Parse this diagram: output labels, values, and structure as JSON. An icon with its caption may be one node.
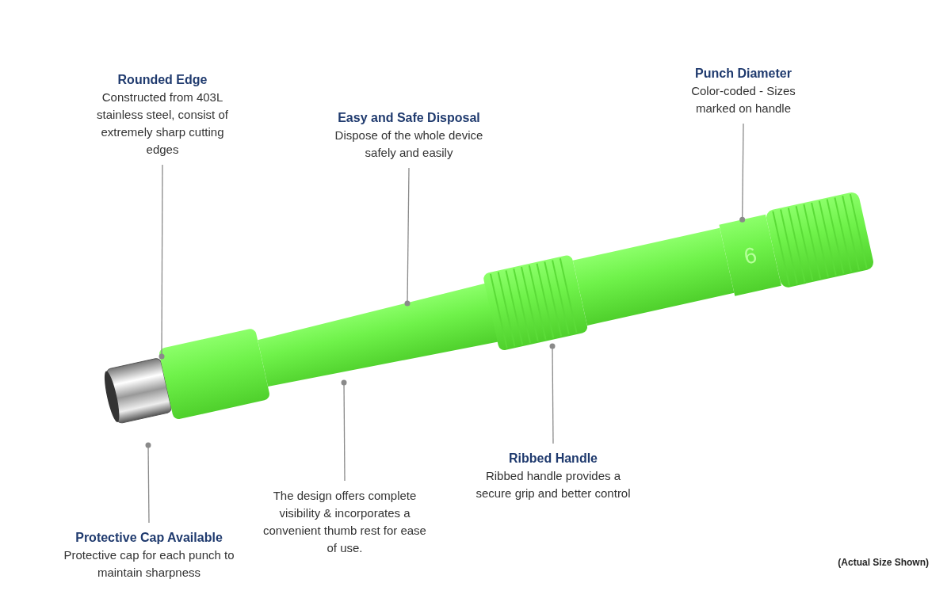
{
  "diagram": {
    "nodes": [
      {
        "text": [
          "Rounded Edge",
          "Constructed from 403L stainless steel, consist of extremely sharp cutting edges"
        ]
      },
      {
        "text": [
          "Easy and Safe Disposal",
          "Dispose of the whole device safely and easily"
        ]
      },
      {
        "text": [
          "Punch Diameter",
          "Color-coded - Sizes marked on handle"
        ]
      },
      {
        "text": [
          "Protective Cap Available",
          "Protective cap for each punch to maintain sharpness"
        ]
      },
      {
        "text": [
          "The design offers complete visibility & incorporates a convenient thumb rest for ease of use."
        ]
      },
      {
        "text": [
          "Ribbed Handle",
          "Ribbed handle provides a secure grip and better control"
        ]
      },
      {
        "text": [
          "6"
        ]
      }
    ],
    "edges": [
      {
        "from": 0,
        "to": null,
        "arrow": "other"
      },
      {
        "from": 1,
        "to": null,
        "arrow": "other"
      },
      {
        "from": 2,
        "to": 6,
        "arrow": "other"
      },
      {
        "from": 3,
        "to": null,
        "arrow": "other"
      },
      {
        "from": 4,
        "to": null,
        "arrow": "other"
      },
      {
        "from": 5,
        "to": null,
        "arrow": "other"
      }
    ],
    "labels": [
      "(Actual Size Shown)"
    ]
  }
}
